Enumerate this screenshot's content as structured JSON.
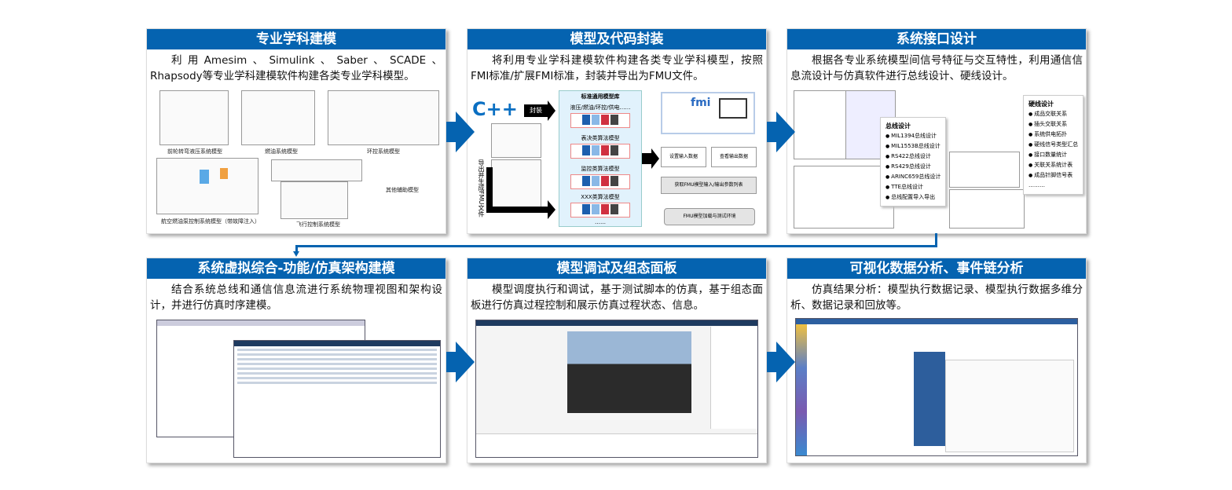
{
  "panels": [
    {
      "title": "专业学科建模",
      "text": "利用Amesim、Simulink、Saber、SCADE、Rhapsody等专业学科建模软件构建各类专业学科模型。",
      "labels": [
        "前轮转弯液压系统模型",
        "燃油系统模型",
        "环控系统模型",
        "航空燃油泵控制系统模型（带故障注入）",
        "飞行控制系统模型",
        "其他辅助模型"
      ]
    },
    {
      "title": "模型及代码封装",
      "text": "将利用专业学科建模软件构建各类专业学科模型，按照FMI标准/扩展FMI标准，封装并导出为FMU文件。",
      "cpp": "C++",
      "wrap": "封装",
      "export": "导出并生成FMU文件",
      "library_title": "标准通用模型库",
      "library_groups": [
        "液压/燃油/环控/供电……",
        "表决类算法模型",
        "监控类算法模型",
        "XXX类算法模型"
      ],
      "ellipsis": "……",
      "fmi_logo": "fmi",
      "flow": [
        "设置输入数据",
        "查看输出数据",
        "获取FMU模型输入/输出参数列表",
        "FMU模型加载与测试环境"
      ]
    },
    {
      "title": "系统接口设计",
      "text": "根据各专业系统模型间信号特征与交互特性，利用通信信息流设计与仿真软件进行总线设计、硬线设计。",
      "bus_title": "总线设计",
      "bus_items": [
        "MIL1394总线设计",
        "MIL1553B总线设计",
        "RS422总线设计",
        "RS429总线设计",
        "ARINC659总线设计",
        "TTE总线设计",
        "总线配置导入导出"
      ],
      "wire_title": "硬线设计",
      "wire_items": [
        "成品交联关系",
        "插头交联关系",
        "系统供电拓扑",
        "硬线信号类型汇总",
        "接口数量统计",
        "关联关系统计表",
        "成品针脚信号表"
      ],
      "wire_more": "………"
    },
    {
      "title": "系统虚拟综合-功能/仿真架构建模",
      "text": "结合系统总线和通信信息流进行系统物理视图和架构设计，并进行仿真时序建模。"
    },
    {
      "title": "模型调试及组态面板",
      "text": "模型调度执行和调试，基于测试脚本的仿真，基于组态面板进行仿真过程控制和展示仿真过程状态、信息。"
    },
    {
      "title": "可视化数据分析、事件链分析",
      "text": "仿真结果分析：模型执行数据记录、模型执行数据多维分析、数据记录和回放等。"
    }
  ],
  "colors": {
    "header": "#0563b0",
    "arrow": "#0563b0"
  }
}
